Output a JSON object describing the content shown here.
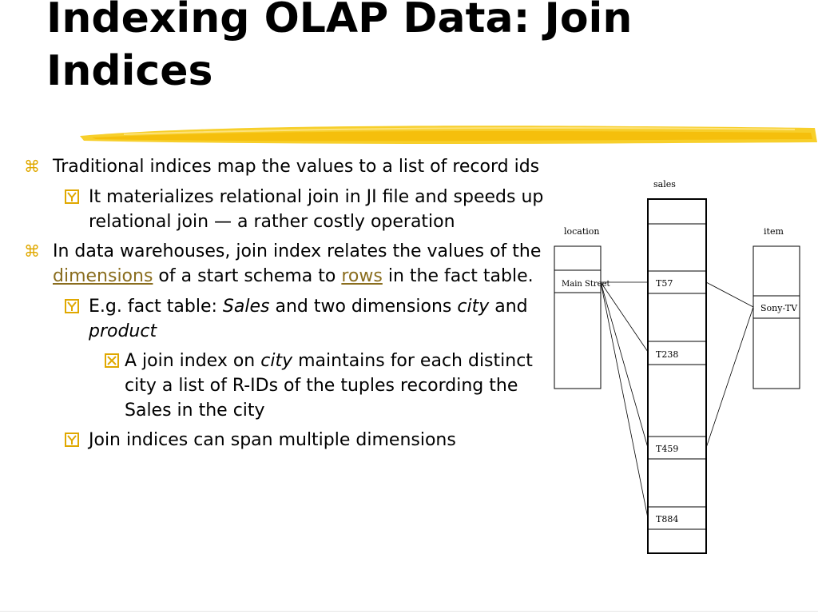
{
  "title": "Indexing OLAP Data: Join Indices",
  "bullets": {
    "b1": {
      "text": "Traditional indices map the values to a list of record ids"
    },
    "b1_1": {
      "text": "It materializes relational join in JI file and speeds up relational join — a rather costly operation"
    },
    "b2": {
      "part1": "In data warehouses, join index relates the values of the ",
      "link1": "dimensions",
      "part2": " of a start schema to ",
      "link2": "rows",
      "part3": " in the fact table."
    },
    "b2_1": {
      "part1": "E.g. fact table: ",
      "em1": "Sales",
      "part2": " and two dimensions ",
      "em2": "city",
      "part3": " and ",
      "em3": "product"
    },
    "b2_1_1": {
      "part1": "A join index on ",
      "em1": "city",
      "part2": " maintains for each distinct city a list of R-IDs of the tuples recording the Sales in the city"
    },
    "b2_2": {
      "text": "Join indices can span multiple dimensions"
    }
  },
  "diagram": {
    "tables": {
      "sales": {
        "label": "sales",
        "rows": [
          "",
          "",
          "T57",
          "",
          "T238",
          "",
          "",
          "T459",
          "",
          "T884",
          ""
        ]
      },
      "location": {
        "label": "location",
        "rows": [
          "",
          "Main Street",
          "",
          "",
          "",
          ""
        ]
      },
      "item": {
        "label": "item",
        "rows": [
          "",
          "",
          "Sony-TV",
          "",
          "",
          ""
        ]
      }
    }
  },
  "colors": {
    "accent": "#e0a800",
    "link": "#8a6d1e",
    "stroke": "#f5c400"
  },
  "icons": {
    "level1": "command-key-icon",
    "level2": "checkbox-icon",
    "level3": "x-box-icon"
  }
}
